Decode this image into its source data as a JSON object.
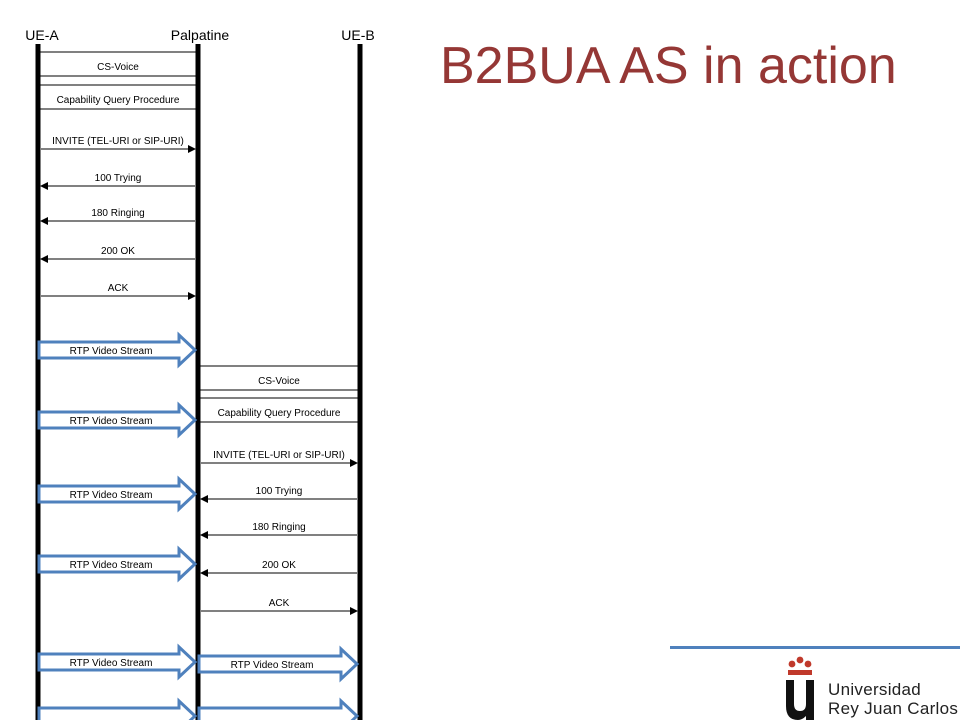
{
  "title": "B2BUA AS in action",
  "lifelines": [
    {
      "label": "UE-A"
    },
    {
      "label": "Palpatine"
    },
    {
      "label": "UE-B"
    }
  ],
  "messages": [
    {
      "label": "CS-Voice",
      "from": 0,
      "to": 1,
      "kind": "box"
    },
    {
      "label": "Capability Query Procedure",
      "from": 0,
      "to": 1,
      "kind": "box"
    },
    {
      "label": "INVITE (TEL-URI or SIP-URI)",
      "from": 0,
      "to": 1,
      "kind": "arrow"
    },
    {
      "label": "100 Trying",
      "from": 1,
      "to": 0,
      "kind": "arrow"
    },
    {
      "label": "180 Ringing",
      "from": 1,
      "to": 0,
      "kind": "arrow"
    },
    {
      "label": "200 OK",
      "from": 1,
      "to": 0,
      "kind": "arrow"
    },
    {
      "label": "ACK",
      "from": 0,
      "to": 1,
      "kind": "arrow"
    },
    {
      "label": "RTP Video Stream",
      "from": 0,
      "to": 1,
      "kind": "stream"
    },
    {
      "label": "CS-Voice",
      "from": 1,
      "to": 2,
      "kind": "box"
    },
    {
      "label": "RTP Video Stream",
      "from": 0,
      "to": 1,
      "kind": "stream"
    },
    {
      "label": "Capability Query Procedure",
      "from": 1,
      "to": 2,
      "kind": "box"
    },
    {
      "label": "INVITE (TEL-URI or SIP-URI)",
      "from": 1,
      "to": 2,
      "kind": "arrow"
    },
    {
      "label": "RTP Video Stream",
      "from": 0,
      "to": 1,
      "kind": "stream"
    },
    {
      "label": "100 Trying",
      "from": 2,
      "to": 1,
      "kind": "arrow"
    },
    {
      "label": "180 Ringing",
      "from": 2,
      "to": 1,
      "kind": "arrow"
    },
    {
      "label": "RTP Video Stream",
      "from": 0,
      "to": 1,
      "kind": "stream"
    },
    {
      "label": "200 OK",
      "from": 2,
      "to": 1,
      "kind": "arrow"
    },
    {
      "label": "ACK",
      "from": 1,
      "to": 2,
      "kind": "arrow"
    },
    {
      "label": "RTP Video Stream",
      "from": 0,
      "to": 1,
      "kind": "stream"
    },
    {
      "label": "RTP Video Stream",
      "from": 1,
      "to": 2,
      "kind": "stream"
    },
    {
      "label": "",
      "from": 0,
      "to": 1,
      "kind": "stream"
    },
    {
      "label": "",
      "from": 1,
      "to": 2,
      "kind": "stream"
    }
  ],
  "logo": {
    "line1": "Universidad",
    "line2": "Rey Juan Carlos",
    "color": "#c0392b"
  },
  "colors": {
    "title": "#953735",
    "stream": "#4f81bd",
    "rule": "#4f81bd"
  }
}
